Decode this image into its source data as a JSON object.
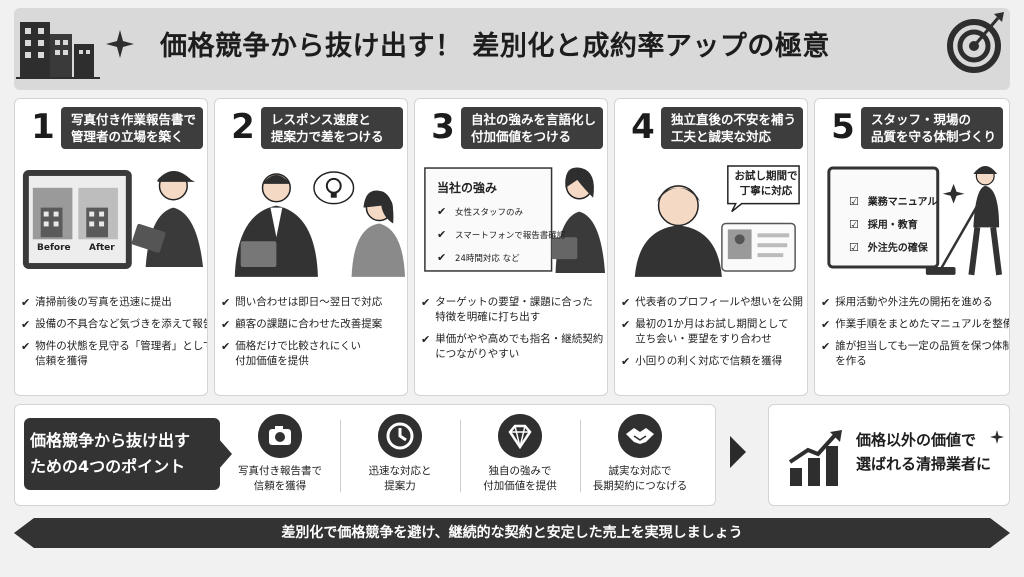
{
  "header": {
    "title": "価格競争から抜け出す！ 差別化と成約率アップの極意",
    "icons": [
      "building-icon",
      "sparkle-icon",
      "target-icon"
    ]
  },
  "cards": [
    {
      "number": "1",
      "title": [
        "写真付き作業報告書で",
        "管理者の立場を築く"
      ],
      "tablet_labels": [
        "Before",
        "After"
      ],
      "bullets": [
        [
          "清掃前後の写真を迅速に提出"
        ],
        [
          "設備の不具合など気づきを添えて報告"
        ],
        [
          "物件の状態を見守る「管理者」としての",
          "信頼を獲得"
        ]
      ]
    },
    {
      "number": "2",
      "title": [
        "レスポンス速度と",
        "提案力で差をつける"
      ],
      "bullets": [
        [
          "問い合わせは即日～翌日で対応"
        ],
        [
          "顧客の課題に合わせた改善提案"
        ],
        [
          "価格だけで比較されにくい",
          "付加価値を提供"
        ]
      ]
    },
    {
      "number": "3",
      "title": [
        "自社の強みを言語化し",
        "付加価値をつける"
      ],
      "board_title": "当社の強み",
      "board_items": [
        "女性スタッフのみ",
        "スマートフォンで報告書確認",
        "24時間対応 など"
      ],
      "bullets": [
        [
          "ターゲットの要望・課題に合った",
          "特徴を明確に打ち出す"
        ],
        [
          "単価がやや高めでも指名・継続契約",
          "につながりやすい"
        ]
      ]
    },
    {
      "number": "4",
      "title": [
        "独立直後の不安を補う",
        "工夫と誠実な対応"
      ],
      "bubble": [
        "お試し期間で",
        "丁寧に対応"
      ],
      "bullets": [
        [
          "代表者のプロフィールや想いを公開"
        ],
        [
          "最初の1か月はお試し期間として",
          "立ち会い・要望をすり合わせ"
        ],
        [
          "小回りの利く対応で信頼を獲得"
        ]
      ]
    },
    {
      "number": "5",
      "title": [
        "スタッフ・現場の",
        "品質を守る体制づくり"
      ],
      "board_items": [
        "業務マニュアル",
        "採用・教育",
        "外注先の確保"
      ],
      "bullets": [
        [
          "採用活動や外注先の開拓を進める"
        ],
        [
          "作業手順をまとめたマニュアルを整備"
        ],
        [
          "誰が担当しても一定の品質を保つ体制",
          "を作る"
        ]
      ]
    }
  ],
  "points": {
    "label": [
      "価格競争から抜け出す",
      "ための4つのポイント"
    ],
    "items": [
      {
        "icon": "camera-icon",
        "text": [
          "写真付き報告書で",
          "信頼を獲得"
        ]
      },
      {
        "icon": "clock-icon",
        "text": [
          "迅速な対応と",
          "提案力"
        ]
      },
      {
        "icon": "diamond-icon",
        "text": [
          "独自の強みで",
          "付加価値を提供"
        ]
      },
      {
        "icon": "handshake-icon",
        "text": [
          "誠実な対応で",
          "長期契約につなげる"
        ]
      }
    ]
  },
  "result": {
    "text": [
      "価格以外の価値で",
      "選ばれる清掃業者に"
    ],
    "icon": "growth-chart-icon"
  },
  "footer": {
    "text": "差別化で価格競争を避け、継続的な契約と安定した売上を実現しましょう"
  },
  "colors": {
    "dark": "#333333",
    "panel": "#d9d9d9",
    "background": "#f1f1f1"
  }
}
